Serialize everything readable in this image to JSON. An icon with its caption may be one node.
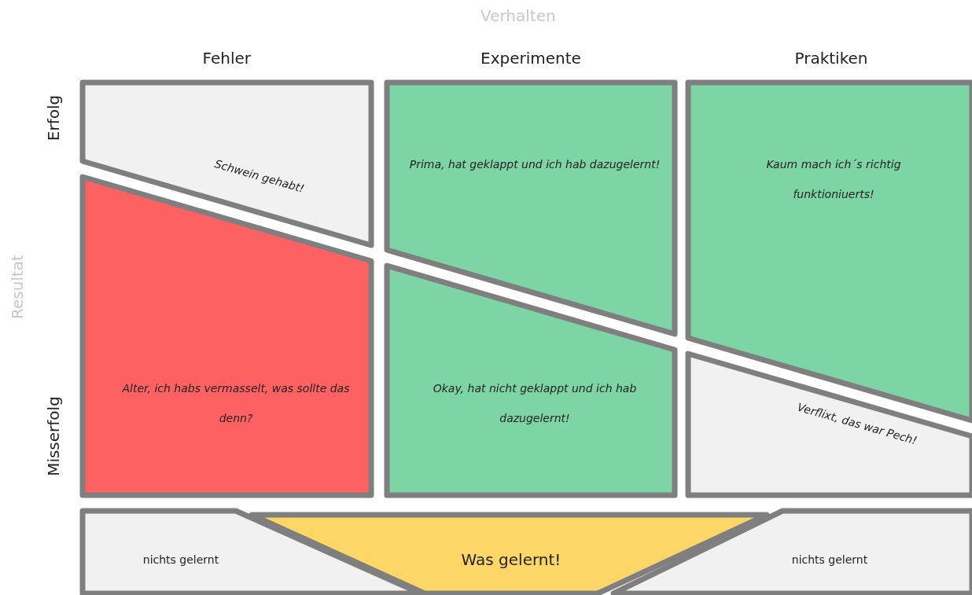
{
  "diagram": {
    "nodes": [
      {
        "text": [
          "Schwein gehabt!"
        ]
      },
      {
        "text": [
          "Prima, hat geklappt und ich hab dazugelernt!"
        ]
      },
      {
        "text": [
          "Kaum mach ich´s richtig funktioniuerts!"
        ]
      },
      {
        "text": [
          "Alter, ich habs vermasselt, was sollte das denn?"
        ]
      },
      {
        "text": [
          "Okay, hat nicht geklappt und ich hab dazugelernt!"
        ]
      },
      {
        "text": [
          "Verflixt, das war Pech!"
        ]
      },
      {
        "text": [
          "nichts gelernt"
        ]
      },
      {
        "text": [
          "Was gelernt!"
        ]
      },
      {
        "text": [
          "nichts gelernt"
        ]
      }
    ],
    "labels": [
      "Verhalten",
      "Fehler",
      "Experimente",
      "Praktiken",
      "Erfolg",
      "Resultat",
      "Misserfolg"
    ]
  }
}
